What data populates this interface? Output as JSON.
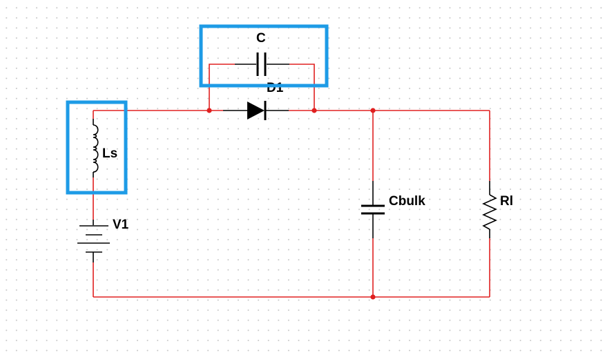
{
  "schematic": {
    "components": [
      {
        "id": "C",
        "label": "C",
        "type": "capacitor",
        "highlighted": true
      },
      {
        "id": "D1",
        "label": "D1",
        "type": "diode",
        "highlighted": false
      },
      {
        "id": "Ls",
        "label": "Ls",
        "type": "inductor",
        "highlighted": true
      },
      {
        "id": "V1",
        "label": "V1",
        "type": "dc-source",
        "highlighted": false
      },
      {
        "id": "Cbulk",
        "label": "Cbulk",
        "type": "capacitor",
        "highlighted": false
      },
      {
        "id": "Rl",
        "label": "Rl",
        "type": "resistor",
        "highlighted": false
      }
    ],
    "colors": {
      "wire": "#e02020",
      "symbol": "#000000",
      "highlight": "#1e9be6",
      "grid_dot": "#c8c8c8"
    }
  }
}
